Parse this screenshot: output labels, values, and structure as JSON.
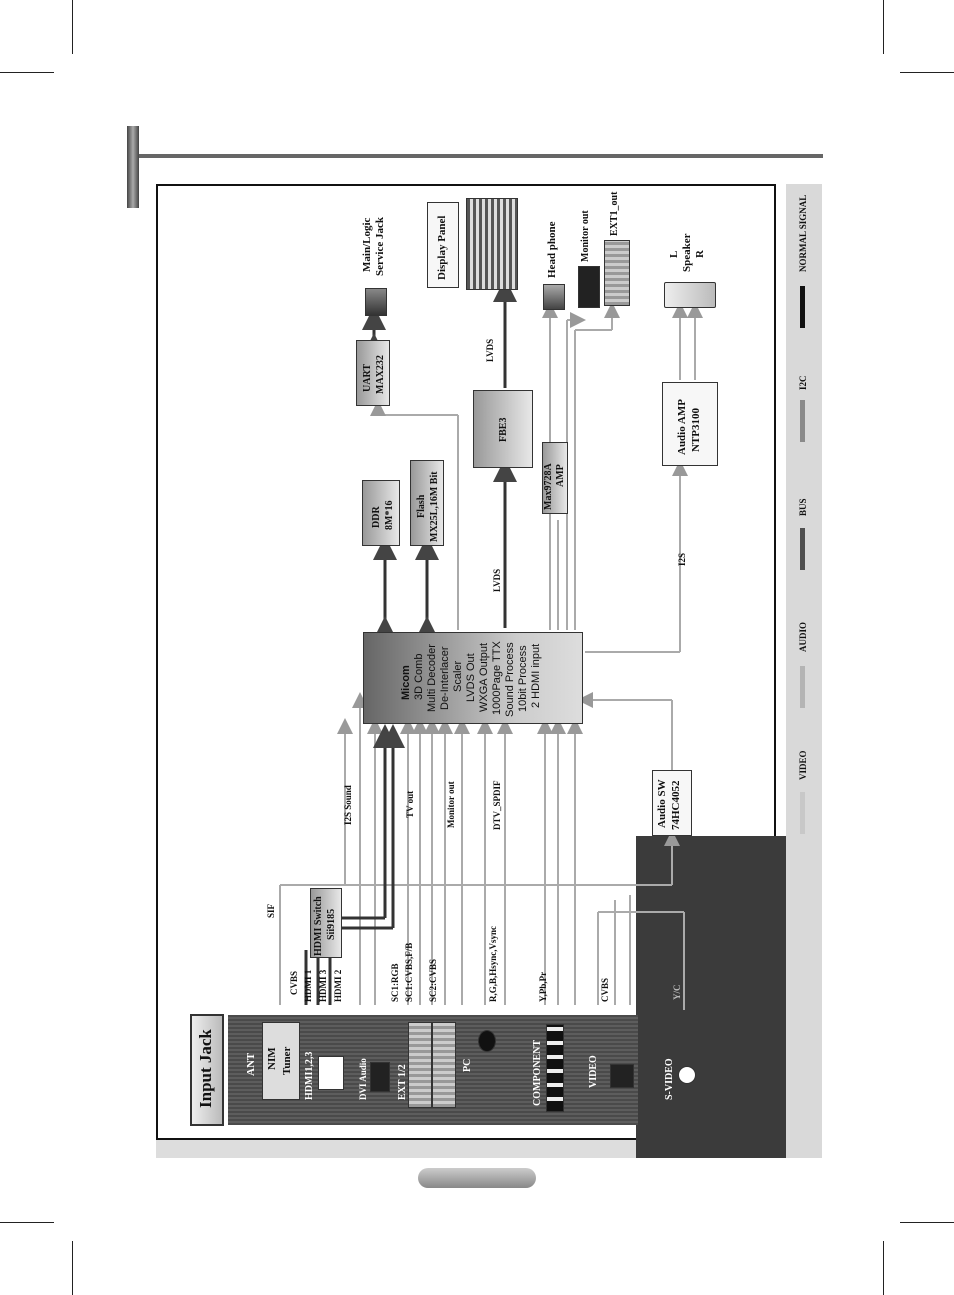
{
  "blocks": {
    "micom": [
      "Micom",
      "3D Comb",
      "Multi Decoder",
      "De-Interlacer",
      "Scaler",
      "LVDS Out",
      "WXGA Output",
      "1000Page TTX",
      "Sound Process",
      "10bit Process",
      "2 HDMI input"
    ],
    "ddr": [
      "DDR",
      "8M*16"
    ],
    "flash": [
      "Flash",
      "MX25L,16M Bit"
    ],
    "uart": [
      "UART",
      "MAX232"
    ],
    "fbe3": "FBE3",
    "max_amp": [
      "Max9728A",
      "AMP"
    ],
    "audio_amp": [
      "Audio AMP",
      "NTP3100"
    ],
    "audio_sw": [
      "Audio SW",
      "74HC4052"
    ],
    "hdmi_switch": [
      "HDMI Switch",
      "Sii9185"
    ]
  },
  "outputs": {
    "service_jack": [
      "Main/Logic",
      "Service Jack"
    ],
    "display_panel": "Display Panel",
    "head_phone": "Head phone",
    "monitor_out": "Monitor out",
    "ext1_out": "EXT1_out",
    "speaker": [
      "L",
      "Speaker",
      "R"
    ]
  },
  "signals": {
    "lvds_top": "LVDS",
    "lvds_mid": "LVDS",
    "i2s": "I2S",
    "i2s_sound": "I2S Sound",
    "tv_out": "TV out",
    "monitor_out_sig": "Monitor out",
    "dtv_spdif": "DTV_SPDIF",
    "sif": "SIF",
    "cvbs_top": "CVBS",
    "hdmi1": "HDMI 1",
    "hdmi3": "HDMI 3",
    "hdmi2": "HDMI 2",
    "sc1_rgb": "SC1:RGB",
    "sc1_cvbs": "SC1:CVBS,F/B",
    "sc2_cvbs": "SC2:CVBS",
    "rgb_sync": "R,G,B,Hsync,Vsync",
    "ypbpr": "Y,Pb,Pr",
    "cvbs_bottom": "CVBS",
    "y_c": "Y/C"
  },
  "input_jacks": {
    "title": "Input Jack",
    "ant": "ANT",
    "nim": [
      "NIM",
      "Tuner"
    ],
    "hdmi": "HDMI1,2,3",
    "dvi": "DVI Audio",
    "ext": "EXT 1/2",
    "pc": "PC",
    "component": "COMPONENT",
    "video": "VIDEO",
    "svideo": "S-VIDEO"
  },
  "legend": {
    "items": [
      "VIDEO",
      "AUDIO",
      "BUS",
      "I2C",
      "NORMAL SIGNAL"
    ],
    "colors": [
      "#c8c8c8",
      "#b4b4b4",
      "#505050",
      "#8a8a8a",
      "#111111"
    ]
  }
}
